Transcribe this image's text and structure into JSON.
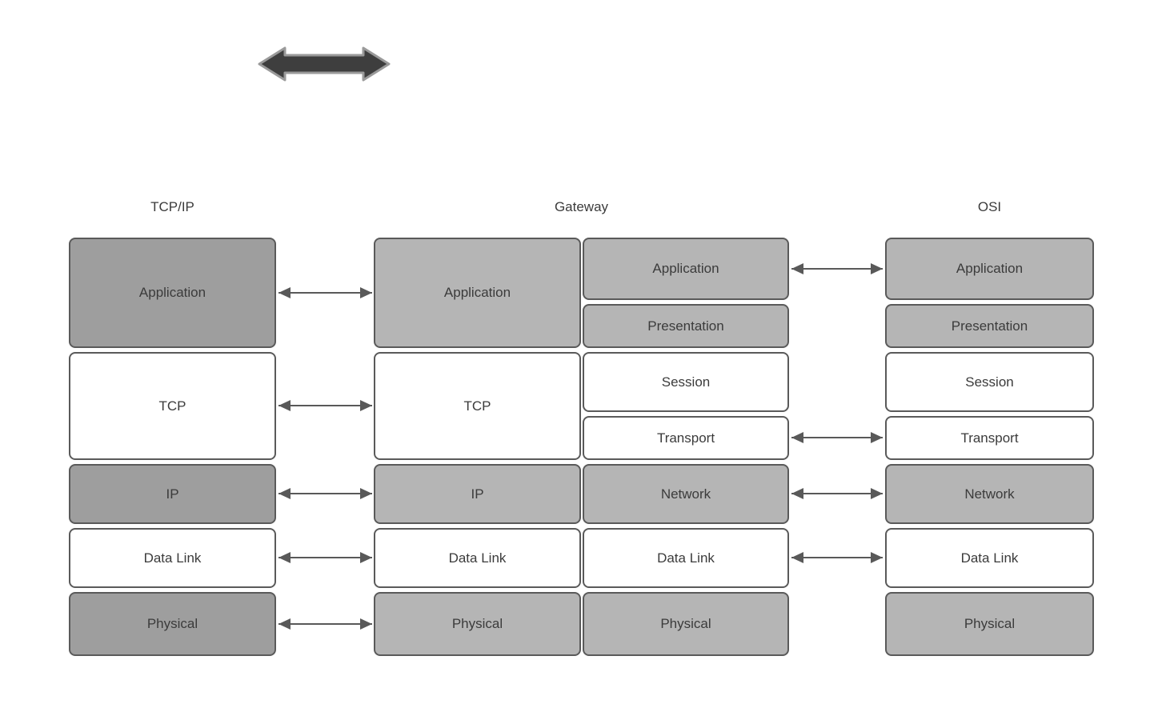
{
  "diagram": {
    "icons": {
      "top_arrow": "thick-double-arrow"
    },
    "colors": {
      "background": "#ffffff",
      "dark_gray_fill": "#9e9e9e",
      "light_gray_fill": "#b5b5b5",
      "white_fill": "#ffffff",
      "box_border": "#5a5a5a",
      "text": "#3b3b3b",
      "arrow": "#595959",
      "thick_arrow_fill": "#3e3e3e",
      "thick_arrow_stroke": "#9a9a9a"
    },
    "columns": {
      "tcpip": {
        "label": "TCP/IP",
        "rows": [
          {
            "label": "Application",
            "fill": "dark"
          },
          {
            "label": "TCP",
            "fill": "white"
          },
          {
            "label": "IP",
            "fill": "dark"
          },
          {
            "label": "Data Link",
            "fill": "white"
          },
          {
            "label": "Physical",
            "fill": "dark"
          }
        ]
      },
      "gateway": {
        "label": "Gateway",
        "left_rows": [
          {
            "label": "Application",
            "fill": "light"
          },
          {
            "label": "TCP",
            "fill": "white"
          },
          {
            "label": "IP",
            "fill": "light"
          },
          {
            "label": "Data Link",
            "fill": "white"
          },
          {
            "label": "Physical",
            "fill": "light"
          }
        ],
        "right_rows": [
          {
            "label": "Application",
            "fill": "light"
          },
          {
            "label": "Presentation",
            "fill": "light"
          },
          {
            "label": "Session",
            "fill": "white"
          },
          {
            "label": "Transport",
            "fill": "white"
          },
          {
            "label": "Network",
            "fill": "light"
          },
          {
            "label": "Data Link",
            "fill": "white"
          },
          {
            "label": "Physical",
            "fill": "light"
          }
        ]
      },
      "osi": {
        "label": "OSI",
        "rows": [
          {
            "label": "Application",
            "fill": "light"
          },
          {
            "label": "Presentation",
            "fill": "light"
          },
          {
            "label": "Session",
            "fill": "white"
          },
          {
            "label": "Transport",
            "fill": "white"
          },
          {
            "label": "Network",
            "fill": "light"
          },
          {
            "label": "Data Link",
            "fill": "white"
          },
          {
            "label": "Physical",
            "fill": "light"
          }
        ]
      }
    },
    "connections": {
      "left_group_rows": [
        "Application",
        "TCP",
        "IP",
        "Data Link",
        "Physical"
      ],
      "right_group_rows": [
        "Application",
        "Transport",
        "Network",
        "Data Link"
      ]
    }
  }
}
